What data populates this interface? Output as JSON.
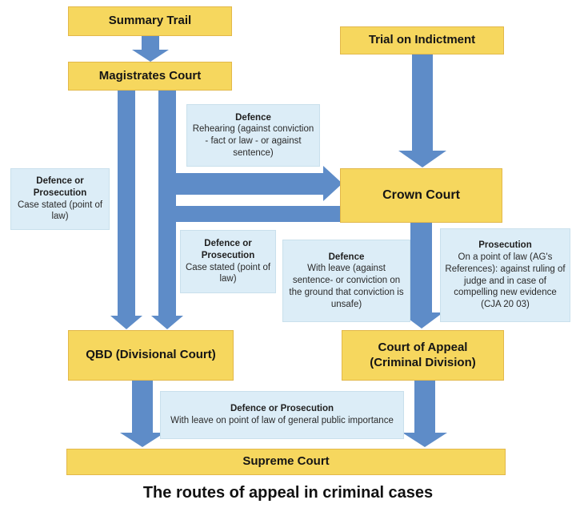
{
  "caption": "The routes of appeal in criminal cases",
  "courts": {
    "summary_trail": "Summary Trail",
    "magistrates": "Magistrates Court",
    "trial_on_indictment": "Trial on Indictment",
    "crown": "Crown Court",
    "qbd": "QBD (Divisional Court)",
    "court_of_appeal": "Court of Appeal (Criminal Division)",
    "supreme": "Supreme Court"
  },
  "notes": {
    "rehearing": {
      "title": "Defence",
      "body": "Rehearing (against conviction - fact or law - or against sentence)"
    },
    "case_stated_left": {
      "title": "Defence or Prosecution",
      "body": "Case stated (point of law)"
    },
    "case_stated_mid": {
      "title": "Defence or Prosecution",
      "body": "Case stated (point of law)"
    },
    "with_leave": {
      "title": "Defence",
      "body": "With leave (against sentence- or conviction on the ground that conviction is unsafe)"
    },
    "prosecution_point_of_law": {
      "title": "Prosecution",
      "body": "On a point of law (AG's References): against ruling of judge and in case of compelling new evidence (CJA 20 03)"
    },
    "leave_public_importance": {
      "title": "Defence or Prosecution",
      "body": "With leave on point of law of general public importance"
    }
  },
  "colors": {
    "court_fill": "#F6D75E",
    "court_border": "#E2B84A",
    "note_fill": "#DCEDF7",
    "note_border": "#C9E0EC",
    "arrow": "#5E8CC8"
  }
}
